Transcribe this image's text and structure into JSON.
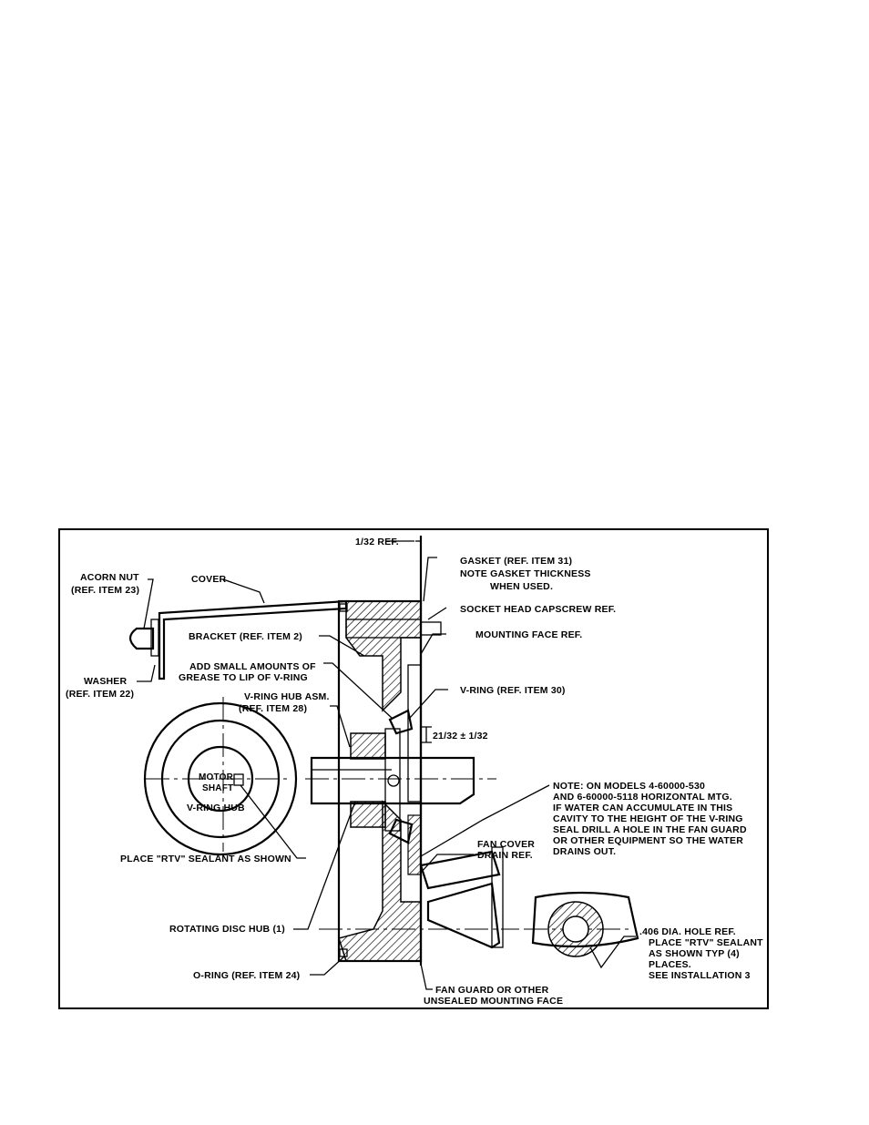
{
  "labels": {
    "ref_1_32": "1/32 REF.",
    "gasket_1": "GASKET (REF. ITEM 31)",
    "gasket_2": "NOTE GASKET THICKNESS",
    "gasket_3": "WHEN USED.",
    "acorn_1": "ACORN NUT",
    "acorn_2": "(REF. ITEM 23)",
    "cover": "COVER",
    "socket": "SOCKET HEAD CAPSCREW REF.",
    "bracket": "BRACKET (REF. ITEM 2)",
    "mounting": "MOUNTING FACE REF.",
    "washer_1": "WASHER",
    "washer_2": "(REF. ITEM 22)",
    "grease_1": "ADD SMALL AMOUNTS OF",
    "grease_2": "GREASE TO LIP OF V-RING",
    "vring": "V-RING (REF. ITEM 30)",
    "hubasm_1": "V-RING HUB ASM.",
    "hubasm_2": "(REF. ITEM 28)",
    "dim": "21/32 ± 1/32",
    "motor": "MOTOR",
    "shaft": "SHAFT",
    "vring_hub": "V-RING HUB",
    "note_1": "NOTE: ON MODELS 4-60000-530",
    "note_2": "AND 6-60000-5118 HORIZONTAL MTG.",
    "note_3": "IF WATER CAN ACCUMULATE IN THIS",
    "note_4": "CAVITY TO THE HEIGHT OF THE V-RING",
    "note_5": "SEAL DRILL A HOLE IN THE FAN GUARD",
    "note_6": "OR OTHER EQUIPMENT SO THE WATER",
    "note_7": "DRAINS OUT.",
    "rtv": "PLACE \"RTV\" SEALANT AS SHOWN",
    "fancover_1": "FAN COVER",
    "fancover_2": "DRAIN REF.",
    "rotating": "ROTATING DISC HUB (1)",
    "hole_1": ".406 DIA. HOLE REF.",
    "hole_2": "PLACE \"RTV\" SEALANT",
    "hole_3": "AS SHOWN TYP (4)",
    "hole_4": "PLACES.",
    "hole_5": "SEE INSTALLATION 3",
    "oring": "O-RING (REF. ITEM 24)",
    "fanguard_1": "FAN GUARD OR OTHER",
    "fanguard_2": "UNSEALED MOUNTING FACE"
  }
}
